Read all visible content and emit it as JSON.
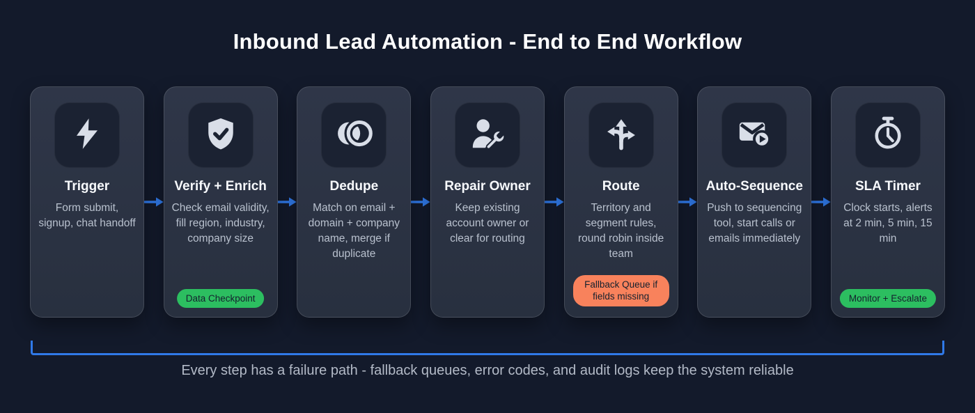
{
  "title": "Inbound Lead Automation - End to End Workflow",
  "colors": {
    "background": "#131a2b",
    "card_background": "#2b3343",
    "icon_tile_background": "#1b2232",
    "accent_blue": "#3079e8",
    "badge_green": "#2cbe60",
    "badge_orange": "#f8825c",
    "badge_text": "#14202e",
    "heading_text": "#ffffff",
    "description_text": "#b9c1ce",
    "footer_text": "#b3bac7",
    "icon_color": "#d9dee8"
  },
  "steps": [
    {
      "title": "Trigger",
      "icon": "lightning-icon",
      "description": "Form submit, signup, chat handoff",
      "badge": ""
    },
    {
      "title": "Verify + Enrich",
      "icon": "shield-check-icon",
      "description": "Check email validity, fill region, industry, company size",
      "badge": "Data Checkpoint",
      "badge_color": "green"
    },
    {
      "title": "Dedupe",
      "icon": "overlapping-circles-icon",
      "description": "Match on email + domain + company name, merge if duplicate",
      "badge": ""
    },
    {
      "title": "Repair Owner",
      "icon": "user-wrench-icon",
      "description": "Keep existing account owner or clear for routing",
      "badge": ""
    },
    {
      "title": "Route",
      "icon": "split-arrows-icon",
      "description": "Territory and segment rules, round robin inside team",
      "badge": "Fallback Queue if fields missing",
      "badge_color": "orange"
    },
    {
      "title": "Auto-Sequence",
      "icon": "envelope-play-icon",
      "description": "Push to sequencing tool, start calls or emails immediately",
      "badge": ""
    },
    {
      "title": "SLA Timer",
      "icon": "stopwatch-icon",
      "description": "Clock starts, alerts at 2 min, 5 min, 15 min",
      "badge": "Monitor + Escalate",
      "badge_color": "green"
    }
  ],
  "footer": {
    "note": "Every step has a failure path - fallback queues, error codes, and audit logs keep the system reliable"
  }
}
